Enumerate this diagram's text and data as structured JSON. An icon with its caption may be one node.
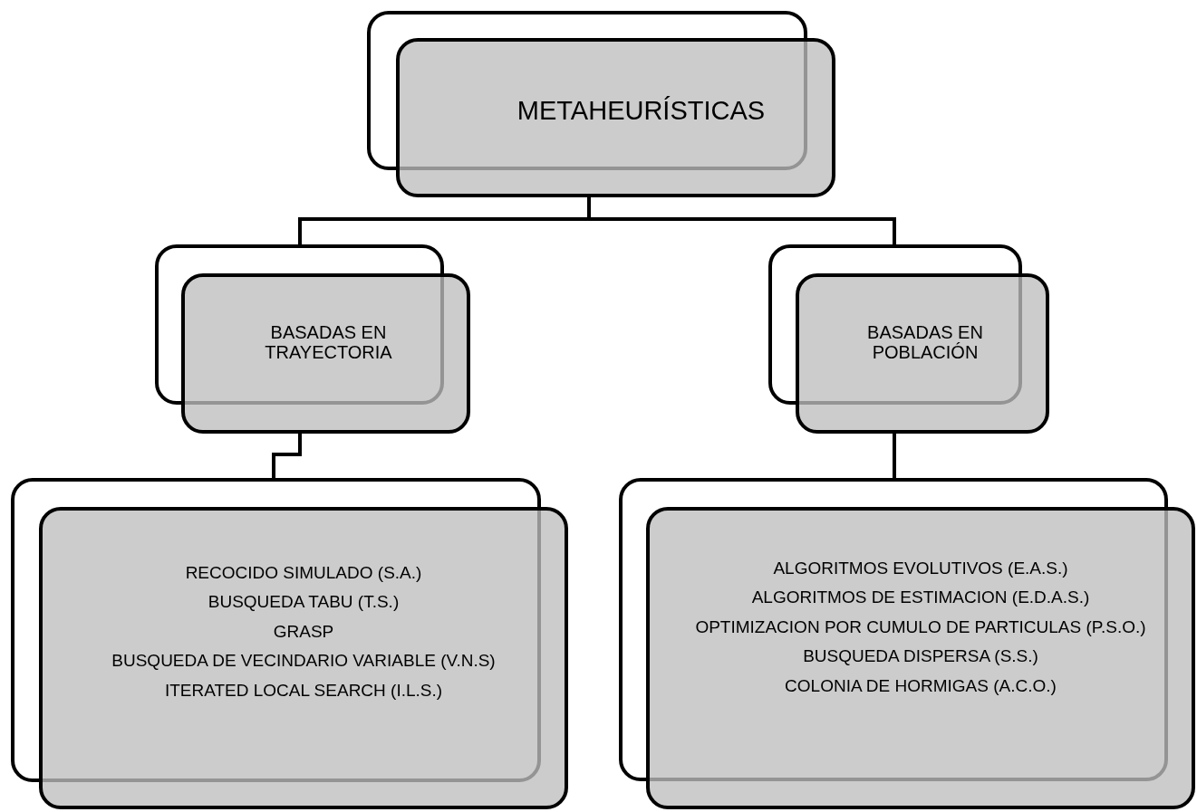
{
  "diagram": {
    "nodes": [
      {
        "text": [
          "METAHEURÍSTICAS"
        ]
      },
      {
        "text": [
          "BASADAS EN TRAYECTORIA"
        ]
      },
      {
        "text": [
          "BASADAS EN POBLACIÓN"
        ]
      },
      {
        "text": [
          "RECOCIDO SIMULADO (S.A.)",
          "BUSQUEDA TABU (T.S.)",
          "GRASP",
          "BUSQUEDA DE VECINDARIO VARIABLE (V.N.S)",
          "ITERATED LOCAL SEARCH (I.L.S.)"
        ]
      },
      {
        "text": [
          "ALGORITMOS EVOLUTIVOS (E.A.S.)",
          "ALGORITMOS DE ESTIMACION (E.D.A.S.)",
          "OPTIMIZACION POR CUMULO DE PARTICULAS (P.S.O.)",
          "BUSQUEDA DISPERSA (S.S.)",
          "COLONIA DE HORMIGAS (A.C.O.)"
        ]
      }
    ],
    "edges": [
      {
        "from": 0,
        "to": 1,
        "arrow": "none"
      },
      {
        "from": 0,
        "to": 2,
        "arrow": "none"
      },
      {
        "from": 1,
        "to": 3,
        "arrow": "none"
      },
      {
        "from": 2,
        "to": 4,
        "arrow": "none"
      }
    ]
  }
}
